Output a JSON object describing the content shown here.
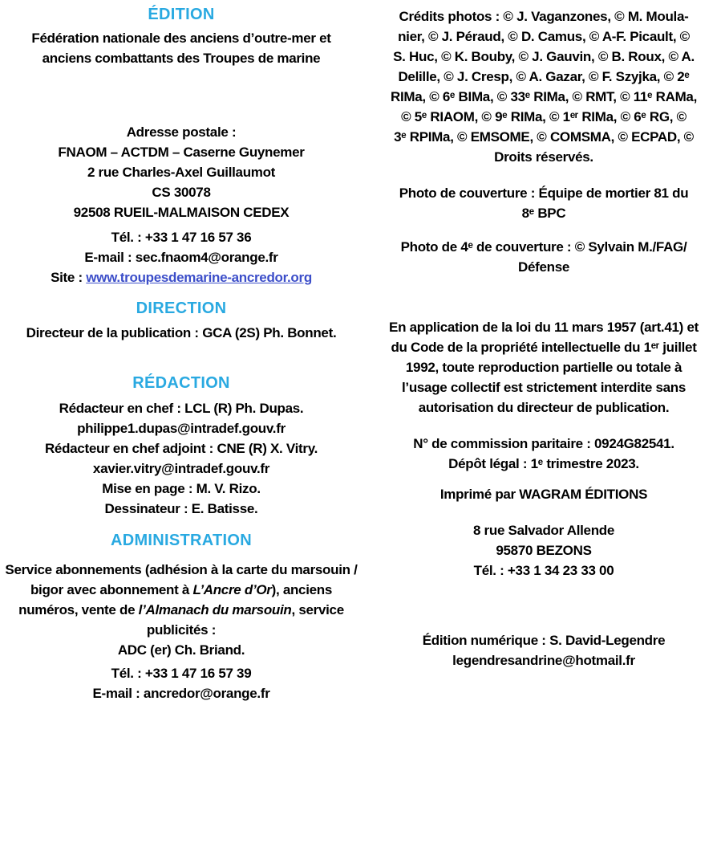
{
  "theme": {
    "background": "#ffffff",
    "text_color": "#000000",
    "heading_color": "#29a9e1",
    "link_color": "#3c4ec9"
  },
  "left_column": {
    "edition": {
      "heading": "ÉDITION",
      "org_lines": [
        "Fédération nationale des anciens d’outre-mer et",
        "anciens combattants des Troupes de marine"
      ],
      "postal_lines": [
        "Adresse postale :",
        "FNAOM – ACTDM – Caserne Guynemer",
        "2 rue Charles-Axel Guillaumot",
        "CS 30078",
        "92508 RUEIL-MALMAISON CEDEX"
      ],
      "phone": "Tél. : +33 1 47 16 57 36",
      "email": "E-mail : sec.fnaom4@orange.fr",
      "site_label": "Site : ",
      "site_url": "www.troupesdemarine-ancredor.org"
    },
    "direction": {
      "heading": "DIRECTION",
      "line": "Directeur de la publication : GCA (2S) Ph. Bonnet."
    },
    "redaction": {
      "heading": "RÉDACTION",
      "lines": [
        "Rédacteur en chef : LCL (R) Ph. Dupas.",
        "philippe1.dupas@intradef.gouv.fr",
        "Rédacteur en chef adjoint : CNE (R) X. Vitry.",
        "xavier.vitry@intradef.gouv.fr",
        "Mise en page : M. V. Rizo.",
        "Dessinateur : E. Batisse."
      ]
    },
    "administration": {
      "heading": "ADMINISTRATION",
      "segments": [
        {
          "text": "Service abonnements (adhésion à la carte du marsouin / bigor avec abonnement à ",
          "italic": false
        },
        {
          "text": "L’Ancre d’Or",
          "italic": true
        },
        {
          "text": "), anciens numéros, vente de ",
          "italic": false
        },
        {
          "text": "l’Almanach du marsouin",
          "italic": true
        },
        {
          "text": ", service publicités :",
          "italic": false
        }
      ],
      "adc_line": "ADC (er) Ch. Briand.",
      "phone": "Tél. : +33 1 47 16 57 39",
      "email": "E-mail : ancredor@orange.fr"
    }
  },
  "right_column": {
    "credits_lines": [
      "Crédits photos : © J. Vaganzones, © M. Moula-",
      "nier, © J. Péraud, © D. Camus, © A-F. Picault, ©",
      "S. Huc, © K. Bouby, © J. Gauvin, © B. Roux, © A.",
      "Delille, © J. Cresp, © A. Gazar, © F. Szyjka, © 2ᵉ",
      "RIMa, © 6ᵉ BIMa, © 33ᵉ RIMa, © RMT, © 11ᵉ RAMa,",
      "© 5ᵉ RIAOM, © 9ᵉ RIMa, © 1ᵉʳ RIMa, © 6ᵉ RG, ©",
      "3ᵉ RPIMa, © EMSOME, © COMSMA, © ECPAD, ©",
      "Droits réservés."
    ],
    "cover_lines": [
      "Photo de couverture : Équipe de mortier 81 du",
      "8ᵉ BPC"
    ],
    "back_cover_lines": [
      "Photo de 4ᵉ de couverture : © Sylvain M./FAG/",
      "Défense"
    ],
    "legal_lines": [
      "En application de la loi du 11 mars 1957 (art.41) et",
      "du Code de la propriété intellectuelle du 1ᵉʳ juillet",
      "1992, toute reproduction partielle ou totale à",
      "l’usage collectif est strictement interdite sans",
      "autorisation du directeur de publication."
    ],
    "commission_line": "N° de commission paritaire : 0924G82541.",
    "depot_line": "Dépôt légal : 1ᵉ trimestre 2023.",
    "printer_line": "Imprimé par WAGRAM ÉDITIONS",
    "printer_address_lines": [
      "8 rue Salvador Allende",
      "95870 BEZONS",
      "Tél. : +33 1 34 23 33 00"
    ],
    "digital_lines": [
      "Édition numérique : S. David-Legendre",
      "legendresandrine@hotmail.fr"
    ]
  }
}
